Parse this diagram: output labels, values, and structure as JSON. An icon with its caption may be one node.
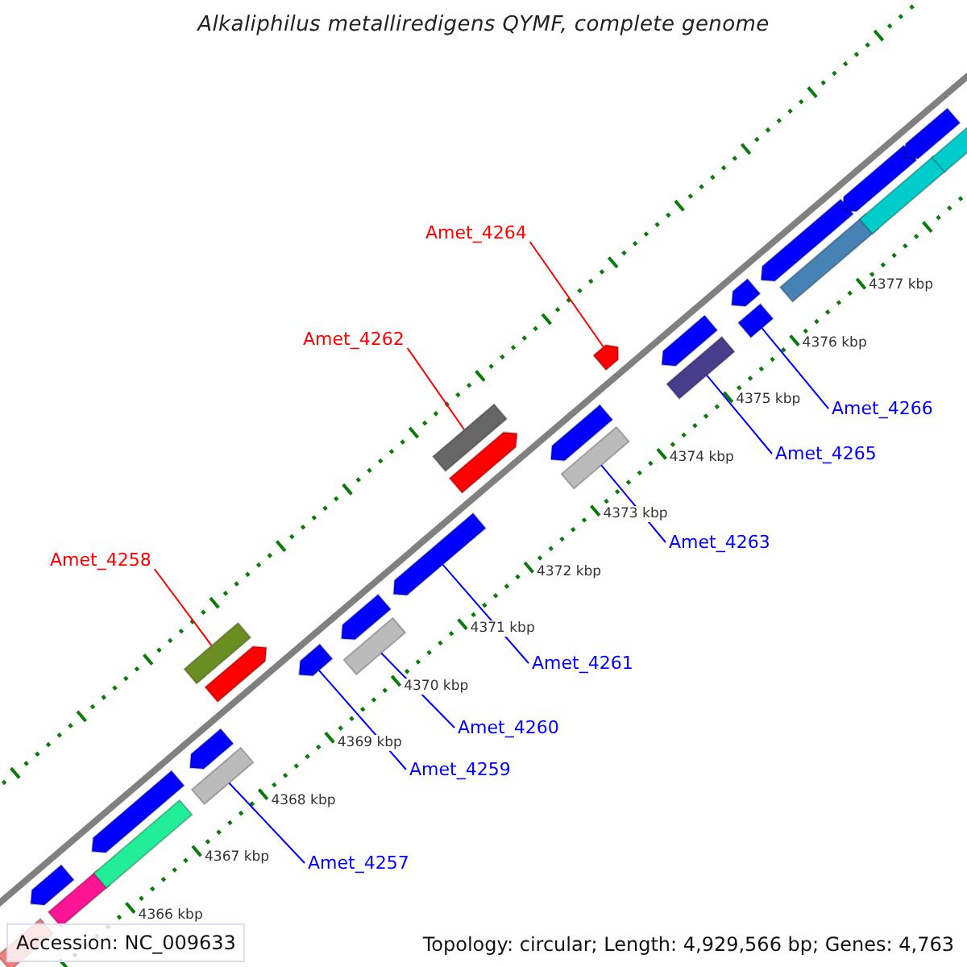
{
  "diagram": {
    "title": "Alkaliphilus metalliredigens QYMF, complete genome",
    "nodes": [
      {
        "text": [
          "Amet_4264"
        ]
      },
      {
        "text": [
          "Amet_4262"
        ]
      },
      {
        "text": [
          "Amet_4266"
        ]
      },
      {
        "text": [
          "Amet_4265"
        ]
      },
      {
        "text": [
          "Amet_4263"
        ]
      },
      {
        "text": [
          "Amet_4258"
        ]
      },
      {
        "text": [
          "Amet_4261"
        ]
      },
      {
        "text": [
          "Amet_4260"
        ]
      },
      {
        "text": [
          "Amet_4259"
        ]
      },
      {
        "text": [
          "Amet_4257"
        ]
      },
      {
        "text": [],
        "shape": "bar"
      },
      {
        "text": [],
        "shape": "pentagon"
      },
      {
        "text": [],
        "shape": "bar"
      },
      {
        "text": [],
        "shape": "pentagon"
      },
      {
        "text": [],
        "shape": "bar"
      },
      {
        "text": [],
        "shape": "pentagon"
      },
      {
        "text": [],
        "shape": "bar"
      },
      {
        "text": [],
        "shape": "bar"
      },
      {
        "text": [],
        "shape": "pentagon"
      },
      {
        "text": [],
        "shape": "pentagon"
      },
      {
        "text": [],
        "shape": "pentagon"
      },
      {
        "text": [],
        "shape": "bar"
      },
      {
        "text": [],
        "shape": "pentagon"
      },
      {
        "text": [],
        "shape": "bar"
      },
      {
        "text": [],
        "shape": "pentagon"
      },
      {
        "text": [],
        "shape": "pentagon"
      },
      {
        "text": [],
        "shape": "bar"
      },
      {
        "text": [],
        "shape": "pentagon"
      },
      {
        "text": [],
        "shape": "pentagon"
      },
      {
        "text": [],
        "shape": "bar"
      },
      {
        "text": [],
        "shape": "pentagon"
      },
      {
        "text": [],
        "shape": "bar"
      },
      {
        "text": [],
        "shape": "pentagon"
      },
      {
        "text": [],
        "shape": "bar"
      },
      {
        "text": [],
        "shape": "pentagon"
      },
      {
        "text": [],
        "shape": "bar"
      },
      {
        "text": [],
        "shape": "pentagon"
      },
      {
        "text": [],
        "shape": "bar"
      }
    ],
    "edges": [
      {
        "from": 0,
        "to": 27,
        "arrow": "none",
        "color": "#ff0000"
      },
      {
        "from": 1,
        "to": 23,
        "arrow": "none",
        "color": "#ff0000"
      },
      {
        "from": 2,
        "to": 31,
        "arrow": "none"
      },
      {
        "from": 3,
        "to": 29,
        "arrow": "none"
      },
      {
        "from": 4,
        "to": 26,
        "arrow": "none"
      },
      {
        "from": 5,
        "to": 16,
        "arrow": "none",
        "color": "#ff0000"
      },
      {
        "from": 6,
        "to": 22,
        "arrow": "none"
      },
      {
        "from": 7,
        "to": 21,
        "arrow": "none"
      },
      {
        "from": 8,
        "to": 19,
        "arrow": "none"
      },
      {
        "from": 9,
        "to": 17,
        "arrow": "none"
      }
    ],
    "labels": [
      "4377 kbp",
      "4376 kbp",
      "4375 kbp",
      "4374 kbp",
      "4373 kbp",
      "4372 kbp",
      "4371 kbp",
      "4370 kbp",
      "4369 kbp",
      "4368 kbp",
      "4367 kbp",
      "4366 kbp",
      "Accession: NC_009633",
      "Topology: circular; Length: 4,929,566 bp; Genes: 4,763"
    ]
  }
}
